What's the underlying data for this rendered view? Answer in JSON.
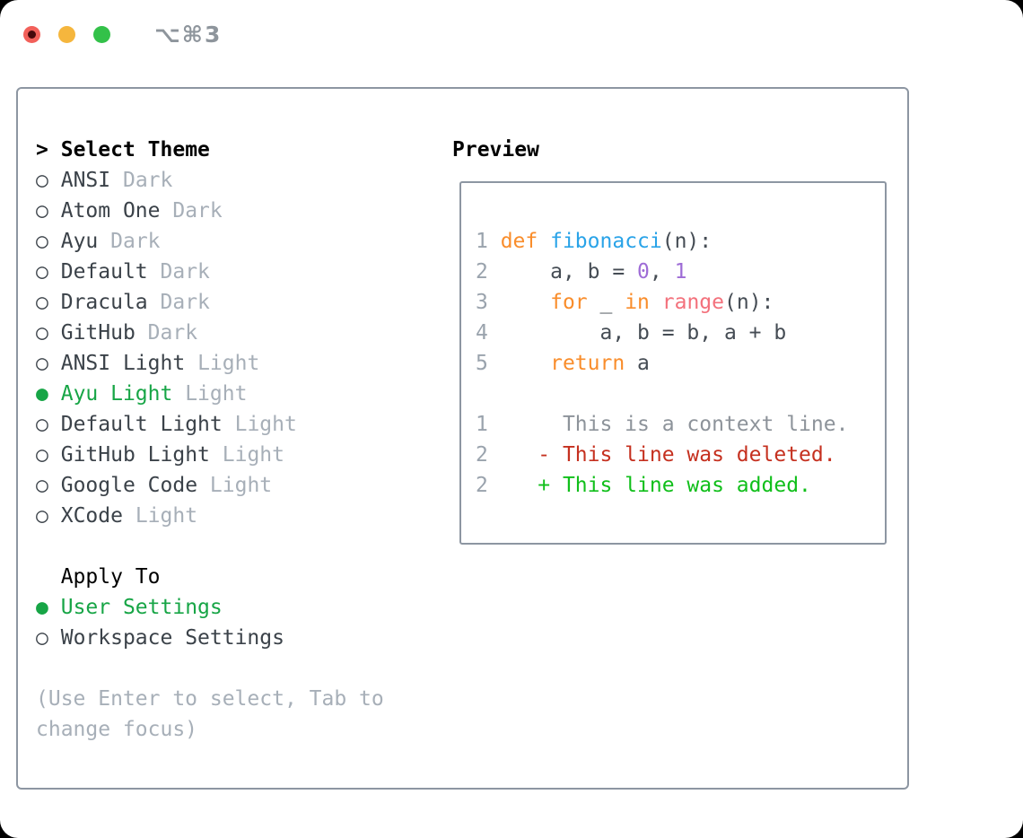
{
  "titlebar": {
    "shortcut": "⌥⌘3",
    "buttons": [
      "close",
      "minimize",
      "zoom"
    ]
  },
  "glyphs": {
    "prompt": ">",
    "selected_marker": "●",
    "unselected_marker": "○"
  },
  "theme_picker": {
    "header": "Select Theme",
    "items": [
      {
        "name": "ANSI",
        "variant": "Dark",
        "selected": false
      },
      {
        "name": "Atom One",
        "variant": "Dark",
        "selected": false
      },
      {
        "name": "Ayu",
        "variant": "Dark",
        "selected": false
      },
      {
        "name": "Default",
        "variant": "Dark",
        "selected": false
      },
      {
        "name": "Dracula",
        "variant": "Dark",
        "selected": false
      },
      {
        "name": "GitHub",
        "variant": "Dark",
        "selected": false
      },
      {
        "name": "ANSI Light",
        "variant": "Light",
        "selected": false
      },
      {
        "name": "Ayu Light",
        "variant": "Light",
        "selected": true
      },
      {
        "name": "Default Light",
        "variant": "Light",
        "selected": false
      },
      {
        "name": "GitHub Light",
        "variant": "Light",
        "selected": false
      },
      {
        "name": "Google Code",
        "variant": "Light",
        "selected": false
      },
      {
        "name": "XCode",
        "variant": "Light",
        "selected": false
      }
    ]
  },
  "apply_to": {
    "header": "Apply To",
    "options": [
      {
        "label": "User Settings",
        "selected": true
      },
      {
        "label": "Workspace Settings",
        "selected": false
      }
    ]
  },
  "help": {
    "lines": [
      "(Use Enter to select, Tab to",
      "change focus)"
    ]
  },
  "preview": {
    "header": "Preview",
    "lines": [
      {
        "no": "1",
        "tokens": [
          [
            "kw",
            "def"
          ],
          [
            "plain",
            " "
          ],
          [
            "fn",
            "fibonacci"
          ],
          [
            "plain",
            "(n):"
          ]
        ]
      },
      {
        "no": "2",
        "tokens": [
          [
            "plain",
            "    a, b = "
          ],
          [
            "num",
            "0"
          ],
          [
            "plain",
            ", "
          ],
          [
            "num",
            "1"
          ]
        ]
      },
      {
        "no": "3",
        "tokens": [
          [
            "plain",
            "    "
          ],
          [
            "kw",
            "for"
          ],
          [
            "plain",
            " _ "
          ],
          [
            "kw",
            "in"
          ],
          [
            "plain",
            " "
          ],
          [
            "builtin",
            "range"
          ],
          [
            "plain",
            "(n):"
          ]
        ]
      },
      {
        "no": "4",
        "tokens": [
          [
            "plain",
            "        a, b = b, a + b"
          ]
        ]
      },
      {
        "no": "5",
        "tokens": [
          [
            "plain",
            "    "
          ],
          [
            "kw",
            "return"
          ],
          [
            "plain",
            " a"
          ]
        ]
      },
      {
        "no": "",
        "tokens": []
      },
      {
        "no": "1",
        "tokens": [
          [
            "ctx",
            "     This is a context line."
          ]
        ]
      },
      {
        "no": "2",
        "tokens": [
          [
            "del",
            "   - This line was deleted."
          ]
        ]
      },
      {
        "no": "2",
        "tokens": [
          [
            "add",
            "   + This line was added."
          ]
        ]
      }
    ]
  },
  "colors": {
    "tl_red": "#f2605a",
    "tl_red_dot": "#46090c",
    "tl_yellow": "#f5b63d",
    "tl_green": "#33c149",
    "frame": "#8d96a2",
    "text": "#3b4249",
    "muted": "#a7afb8",
    "muted_dark": "#8e959c",
    "select_green": "#17a546",
    "code_text": "#454c54",
    "lineno": "#9aa3ad",
    "kw": "#f98d2b",
    "fn": "#29a3e8",
    "num": "#9e6cd6",
    "builtin": "#f3717c",
    "ctx": "#8d939a",
    "del": "#c5301f",
    "add": "#10bf1a"
  }
}
